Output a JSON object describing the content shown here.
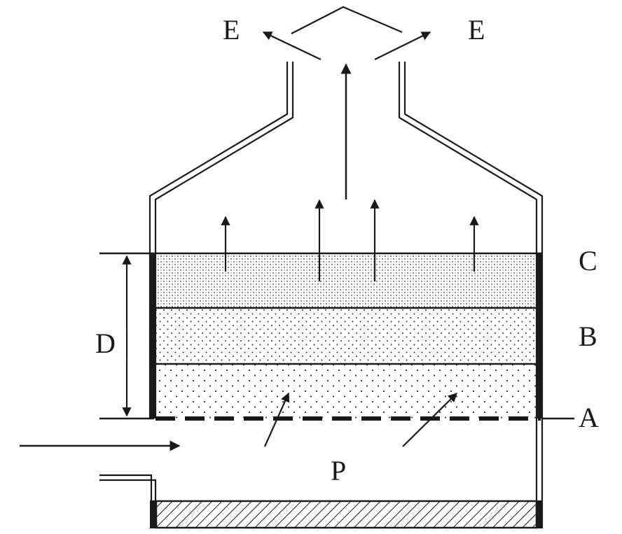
{
  "labels": {
    "exhaust_left": "E",
    "exhaust_right": "E",
    "layer_top": "C",
    "layer_middle": "B",
    "layer_bottom": "A",
    "bed_depth": "D",
    "plenum": "P"
  },
  "colors": {
    "line": "#1a1a1a",
    "background": "#ffffff"
  },
  "icons": {
    "air_inlet": "arrow-right-icon",
    "air_exhaust": "arrow-up-icon"
  }
}
